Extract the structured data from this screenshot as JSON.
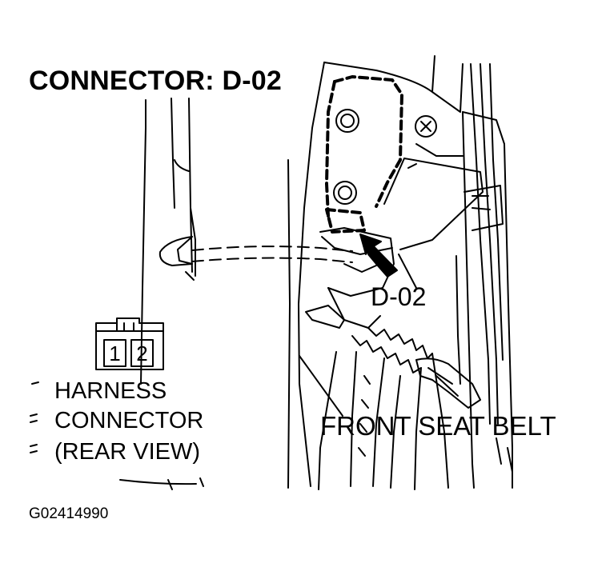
{
  "title": "CONNECTOR: D-02",
  "callout_label": "D-02",
  "component_label": "FRONT SEAT BELT",
  "connector_view": {
    "pins": [
      "1",
      "2"
    ],
    "caption_lines": [
      "HARNESS",
      "CONNECTOR",
      "(REAR VIEW)"
    ]
  },
  "figure_id": "G02414990",
  "colors": {
    "ink": "#000000",
    "background": "#ffffff"
  }
}
